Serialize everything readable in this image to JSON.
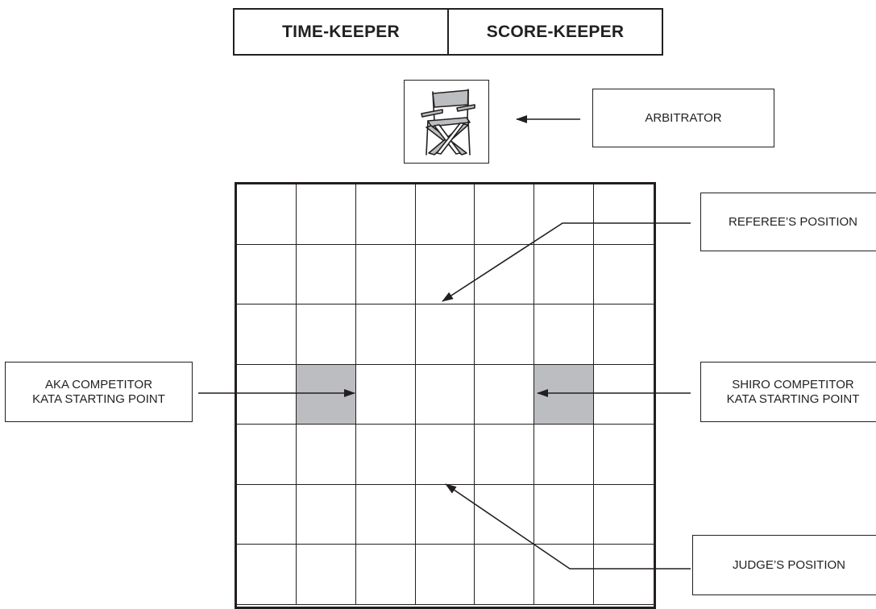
{
  "officials": {
    "timekeeper": "TIME-KEEPER",
    "scorekeeper": "SCORE-KEEPER"
  },
  "labels": {
    "arbitrator": "ARBITRATOR",
    "referee": "REFEREE’S POSITION",
    "aka_line1": "AKA COMPETITOR",
    "aka_line2": "KATA STARTING POINT",
    "shiro_line1": "SHIRO COMPETITOR",
    "shiro_line2": "KATA STARTING POINT",
    "judge": "JUDGE’S POSITION"
  },
  "icons": {
    "arbitrator_seat": "directors-chair-icon"
  },
  "colors": {
    "line": "#231f20",
    "starting_point_fill": "#bcbdc0"
  },
  "area": {
    "rows": 7,
    "columns": 7,
    "marked_tiles": [
      {
        "row": 4,
        "col": 2,
        "meaning": "aka"
      },
      {
        "row": 4,
        "col": 6,
        "meaning": "shiro"
      }
    ]
  }
}
